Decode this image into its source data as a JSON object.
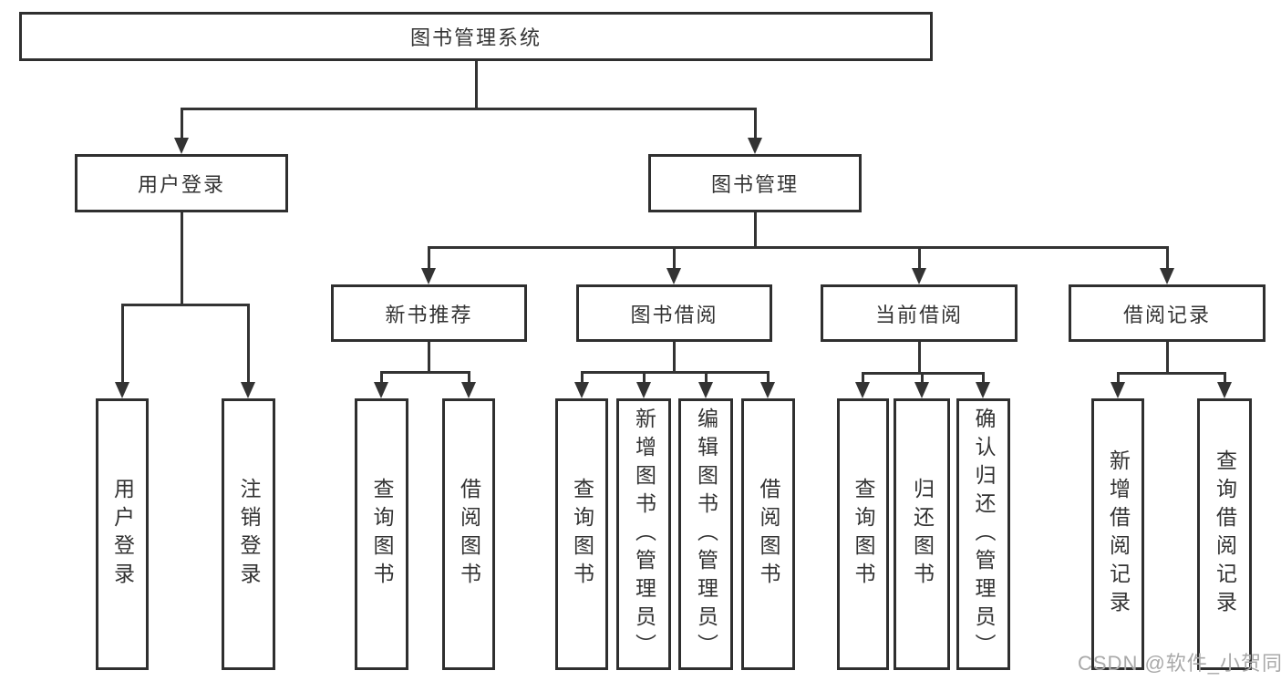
{
  "tree": {
    "root": {
      "label": "图书管理系统"
    },
    "branches": [
      {
        "label": "用户登录",
        "children": [
          "用户登录",
          "注销登录"
        ]
      },
      {
        "label": "图书管理",
        "sections": [
          {
            "label": "新书推荐",
            "children": [
              "查询图书",
              "借阅图书"
            ]
          },
          {
            "label": "图书借阅",
            "children": [
              "查询图书",
              "新增图书（管理员）",
              "编辑图书（管理员）",
              "借阅图书"
            ]
          },
          {
            "label": "当前借阅",
            "children": [
              "查询图书",
              "归还图书",
              "确认归还（管理员）"
            ]
          },
          {
            "label": "借阅记录",
            "children": [
              "新增借阅记录",
              "查询借阅记录"
            ]
          }
        ]
      }
    ]
  },
  "colors": {
    "line": "#333333",
    "box_border": "#2f2f2f",
    "text": "#333333",
    "watermark": "#a9a9a9",
    "background": "#ffffff"
  },
  "watermark": "CSDN @软件_小贺同学"
}
